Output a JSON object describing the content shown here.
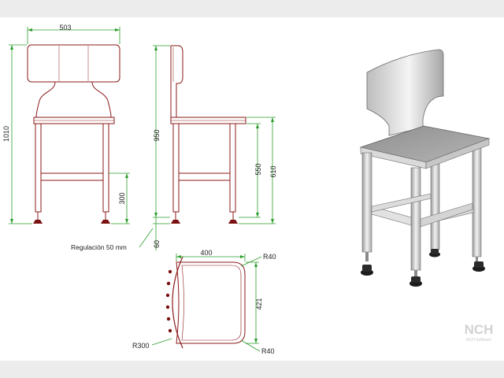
{
  "front_view": {
    "width_label": "503",
    "height_label": "1010",
    "rail_height_label": "300"
  },
  "side_view": {
    "total_height_label": "950",
    "seat_height_label": "550",
    "seat_total_label": "610",
    "foot_label": "60",
    "regulation_note": "Regulación 50 mm"
  },
  "top_view": {
    "width_label": "400",
    "depth_label": "421",
    "radius_top": "R40",
    "radius_bottom": "R40",
    "radius_back": "R300"
  },
  "watermark": {
    "logo": "NCH",
    "subtitle": "NCH Software"
  },
  "colors": {
    "outline": "#8b1a1a",
    "dimension": "#2e9e2e",
    "foot": "#7a1010"
  }
}
